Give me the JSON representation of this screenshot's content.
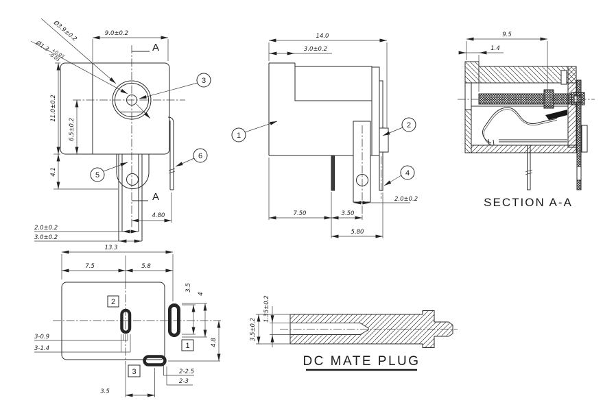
{
  "drawing": {
    "front": {
      "dim_width": "9.0±0.2",
      "dim_outer_dia": "Ø3.9±0.2",
      "dim_inner_dia": "Ø1.3",
      "tol_plus": "+0.03",
      "tol_minus": "-0.05",
      "dim_height": "11.0±0.2",
      "dim_center_h": "6.5±0.2",
      "dim_lug_h": "4.1",
      "dim_pin_offset": "4.80",
      "dim_pin_gap": "2.0±0.2",
      "dim_pin_span": "3.0±0.2",
      "section_mark_top": "A",
      "section_mark_bottom": "A",
      "balloon_3": "3",
      "balloon_5": "5",
      "balloon_6": "6"
    },
    "side": {
      "dim_total_w": "14.0",
      "dim_step": "3.0±0.2",
      "dim_lug_w": "2.0±0.2",
      "dim_l1": "7.50",
      "dim_l2": "3.50",
      "dim_l3": "5.80",
      "balloon_1": "1",
      "balloon_2": "2",
      "balloon_4": "4"
    },
    "section": {
      "dim_w": "9.5",
      "dim_wall": "1.4",
      "caption": "SECTION A-A"
    },
    "bottom": {
      "dim_total_w": "13.3",
      "dim_w1": "7.5",
      "dim_w2": "5.8",
      "dim_slot_h": "3.5",
      "dim_slot_h2": "4",
      "dim_offset_v": "4.8",
      "dim_hole_small": "3-0.9",
      "dim_hole_large": "3-1.4",
      "dim_slot_inner": "2-2.5",
      "dim_slot_outer": "2-3",
      "dim_offset_h": "3.5",
      "tag_1": "1",
      "tag_2": "2",
      "tag_3": "3"
    },
    "plug": {
      "dim_od": "3.5±0.2",
      "dim_id": "1.35±0.2",
      "caption": "DC MATE PLUG"
    }
  }
}
